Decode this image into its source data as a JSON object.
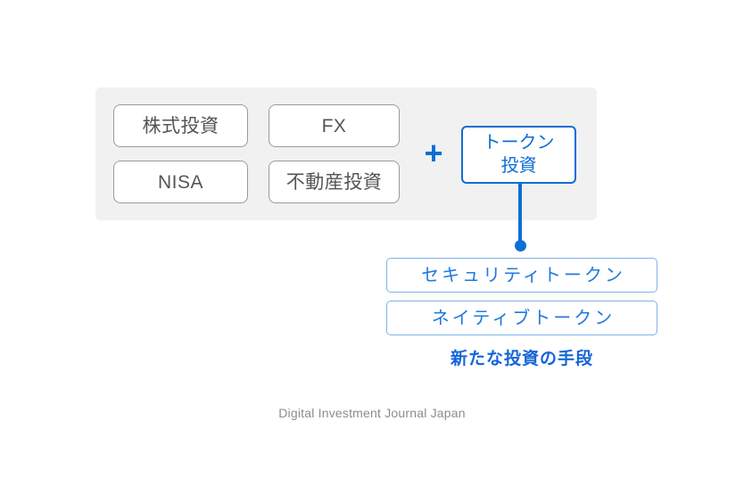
{
  "diagram": {
    "legacy_panel": {
      "name": "existing-investment-methods",
      "background_color": "#f1f1f1",
      "items": [
        {
          "label": "株式投資"
        },
        {
          "label": "FX"
        },
        {
          "label": "NISA"
        },
        {
          "label": "不動産投資"
        }
      ]
    },
    "operator": {
      "symbol": "+",
      "color": "#0b6fd4"
    },
    "highlight_box": {
      "name": "token-investment",
      "line1": "トークン",
      "line2": "投資",
      "border_color": "#0b6fd4",
      "text_color": "#0b6fd4"
    },
    "connector": {
      "color": "#0b6fd4",
      "endpoint": "dot"
    },
    "token_types": [
      {
        "label": "セキュリティトークン"
      },
      {
        "label": "ネイティブトークン"
      }
    ],
    "caption": {
      "text": "新たな投資の手段",
      "color": "#1565d8"
    },
    "footer": {
      "text": "Digital Investment Journal Japan",
      "color": "#8c8c8c"
    }
  }
}
